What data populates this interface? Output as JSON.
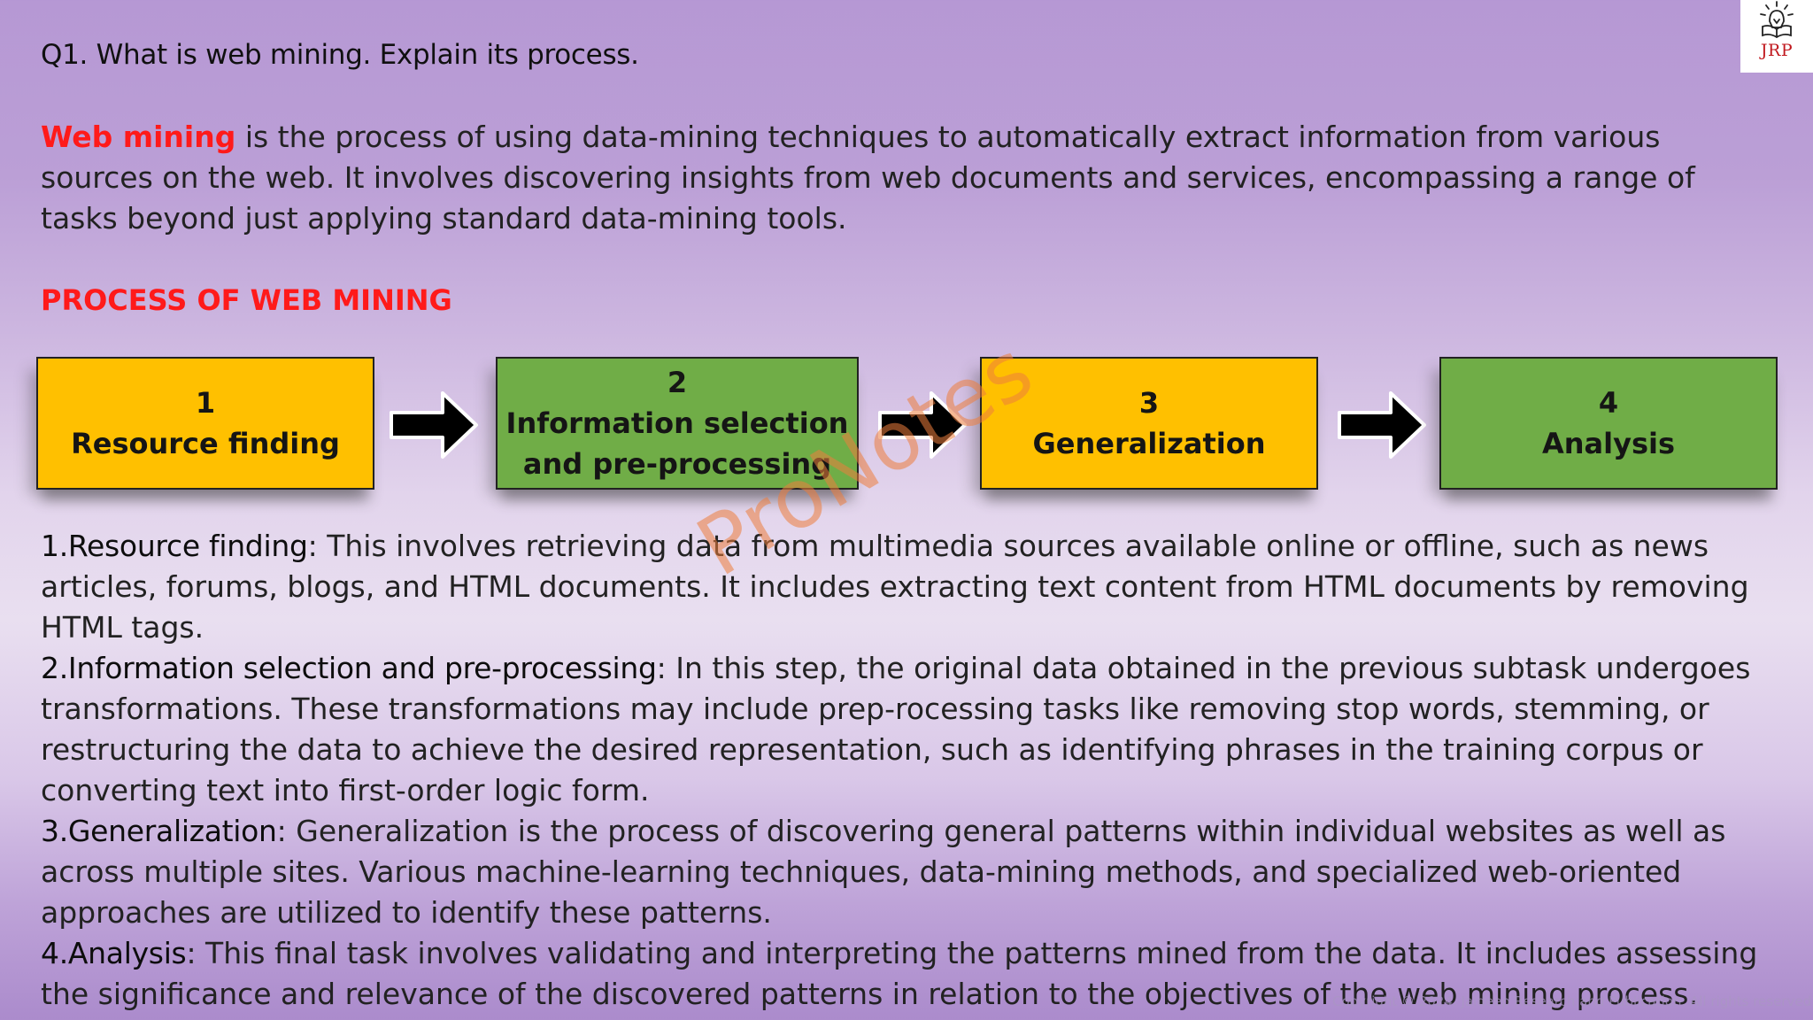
{
  "title": "Q1. What is web mining. Explain its process.",
  "intro": {
    "highlight": "Web mining",
    "text": " is the process of using data-mining techniques to automatically extract information from various sources on the web. It involves discovering insights from web documents and services, encompassing a range of tasks beyond just applying standard data-mining tools."
  },
  "section_heading": "PROCESS OF WEB MINING",
  "steps": [
    {
      "number": "1",
      "label": "Resource finding",
      "color": "#ffc000"
    },
    {
      "number": "2",
      "label_line1": "Information selection",
      "label_line2": "and pre-processing",
      "color": "#70ad47"
    },
    {
      "number": "3",
      "label": "Generalization",
      "color": "#ffc000"
    },
    {
      "number": "4",
      "label": "Analysis",
      "color": "#70ad47"
    }
  ],
  "descriptions": [
    {
      "term": "1.Resource finding",
      "text": ": This involves retrieving data from multimedia sources available online or offline, such as news articles, forums, blogs, and HTML documents. It includes extracting text content from HTML documents by removing HTML tags."
    },
    {
      "term": "2.Information selection and pre-processing",
      "text": ": In this step, the original data obtained in the previous subtask undergoes transformations. These transformations may include prep-rocessing tasks like removing stop words, stemming, or restructuring the data to achieve the desired representation, such as identifying phrases in the training corpus or converting text into first-order logic form."
    },
    {
      "term": "3.Generalization",
      "text": ": Generalization is the process of discovering general patterns within individual websites as well as across multiple sites. Various machine-learning techniques, data-mining methods, and specialized web-oriented approaches are utilized to identify these patterns."
    },
    {
      "term": "4.Analysis",
      "text": ": This final task involves validating and interpreting the patterns mined from the data. It includes assessing the significance and relevance of the discovered patterns in relation to the objectives of the web mining process."
    }
  ],
  "watermark": "ProNotes",
  "logo": {
    "text": "JRP",
    "icon": "book-lightbulb-icon",
    "color": "#c0181e"
  },
  "copyright": "Copyright © 2024. Jaideep Research and Publication. All rights reserved."
}
